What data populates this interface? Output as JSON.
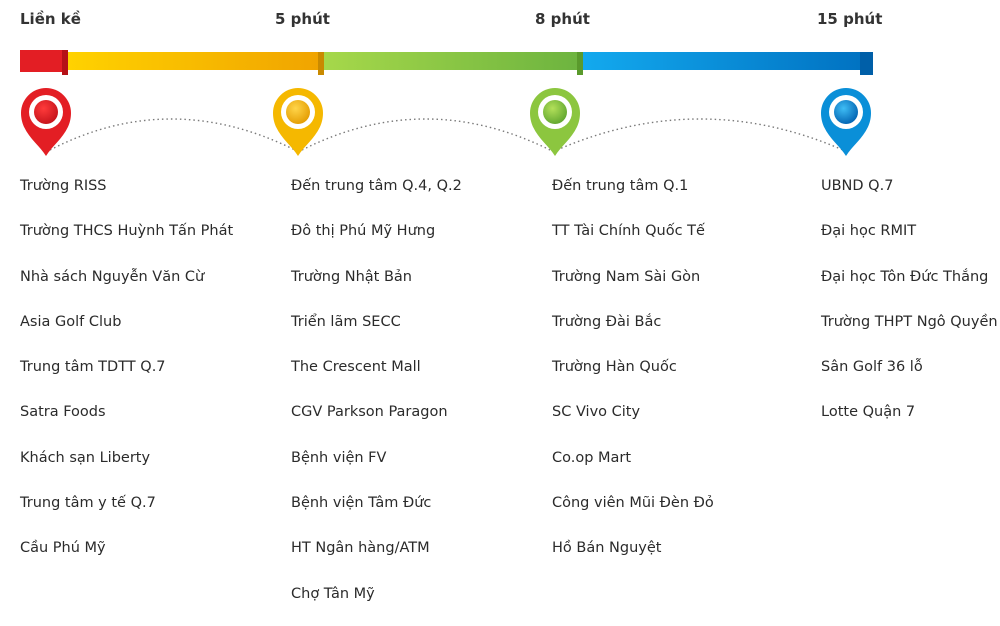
{
  "columns": [
    {
      "time_label": "Liền kề",
      "color": "#e31e24",
      "items": [
        "Trường RISS",
        "Trường THCS Huỳnh Tấn Phát",
        "Nhà sách Nguyễn Văn Cừ",
        "Asia Golf Club",
        "Trung tâm TDTT Q.7",
        "Satra Foods",
        "Khách sạn Liberty",
        "Trung tâm y tế Q.7",
        "Cầu Phú Mỹ"
      ]
    },
    {
      "time_label": "5 phút",
      "color": "#f5b800",
      "items": [
        "Đến trung tâm Q.4, Q.2",
        "Đô thị Phú Mỹ Hưng",
        "Trường Nhật Bản",
        "Triển lãm SECC",
        "The Crescent Mall",
        "CGV Parkson Paragon",
        "Bệnh viện FV",
        "Bệnh viện Tâm Đức",
        "HT Ngân hàng/ATM",
        "Chợ Tân Mỹ"
      ]
    },
    {
      "time_label": "8 phút",
      "color": "#8cc63f",
      "items": [
        "Đến trung tâm Q.1",
        "TT Tài Chính Quốc Tế",
        "Trường Nam Sài Gòn",
        "Trường Đài Bắc",
        "Trường Hàn Quốc",
        "SC Vivo City",
        "Co.op Mart",
        "Công viên Mũi Đèn Đỏ",
        "Hồ Bán Nguyệt"
      ]
    },
    {
      "time_label": "15 phút",
      "color": "#0a8fd8",
      "items": [
        "UBND Q.7",
        "Đại học RMIT",
        "Đại học Tôn Đức Thắng",
        "Trường THPT Ngô Quyền",
        "Sân Golf 36 lỗ",
        "Lotte Quận 7"
      ]
    }
  ]
}
